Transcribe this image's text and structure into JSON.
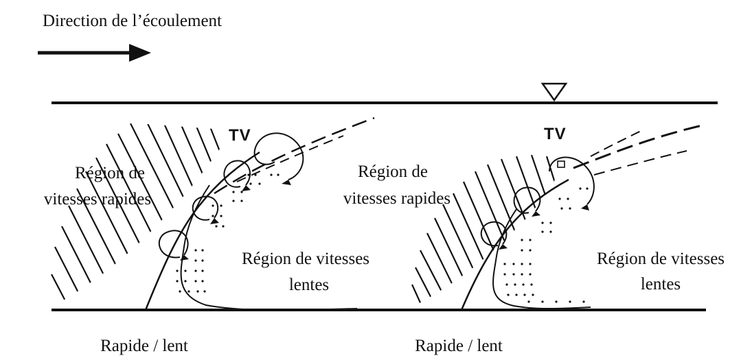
{
  "title": "Direction de l’écoulement",
  "structures": [
    {
      "tv": "TV",
      "fast_region": [
        "Région de",
        "vitesses rapides"
      ],
      "slow_region": [
        "Région de vitesses",
        "lentes"
      ],
      "interface": "Rapide / lent"
    },
    {
      "tv": "TV",
      "fast_region": [
        "Région de",
        "vitesses rapides"
      ],
      "slow_region": [
        "Région de vitesses",
        "lentes"
      ],
      "interface": "Rapide / lent"
    }
  ],
  "colors": {
    "ink": "#111111",
    "background": "#ffffff"
  },
  "symbols": {
    "free_surface": "inverted-triangle",
    "flow": "arrow-right"
  }
}
